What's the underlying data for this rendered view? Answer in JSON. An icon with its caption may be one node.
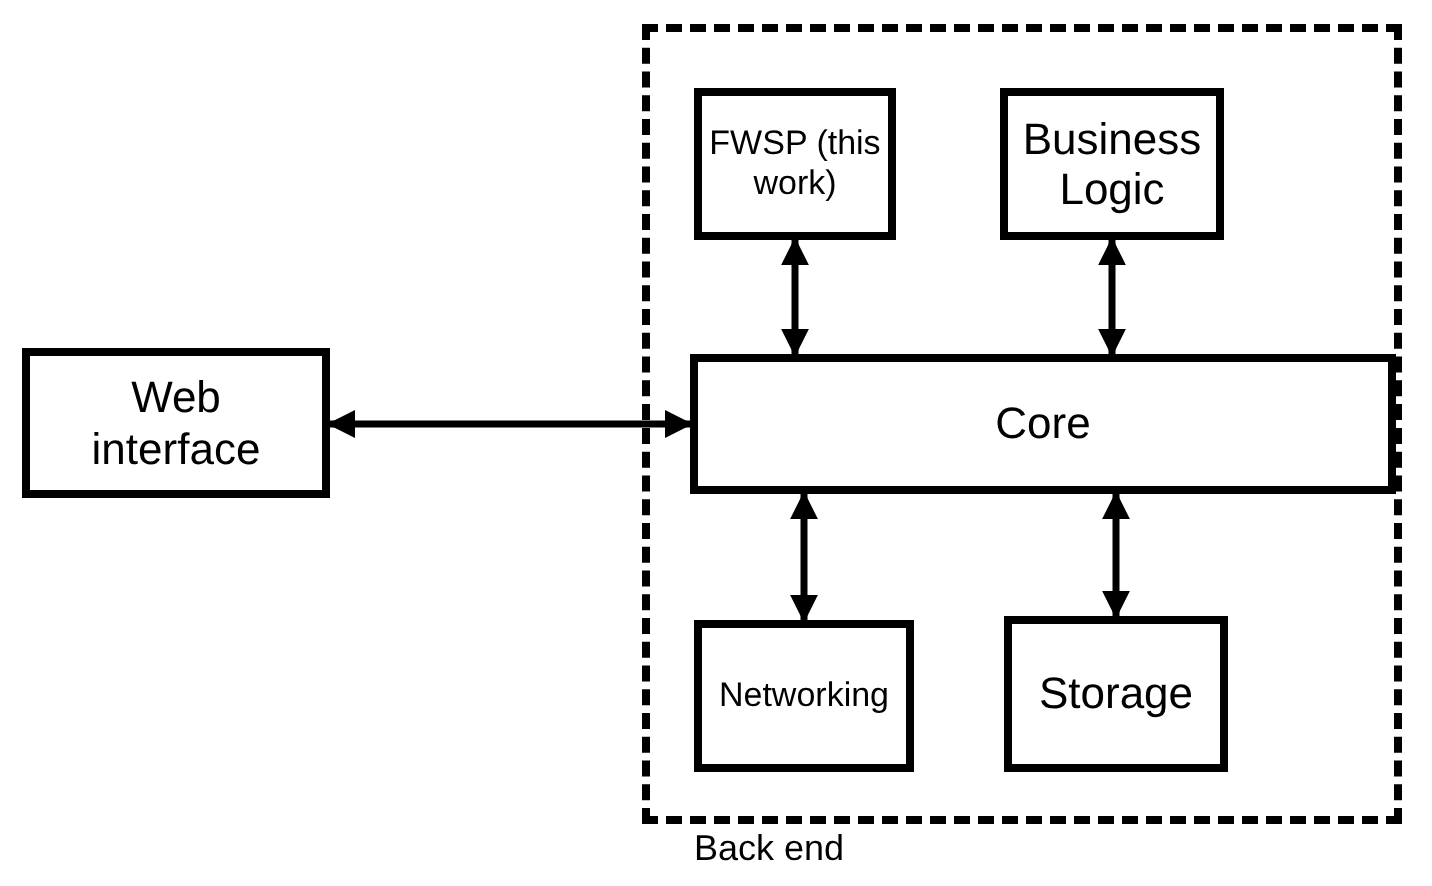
{
  "diagram": {
    "nodes": [
      {
        "text": [
          "Web interface"
        ]
      },
      {
        "text": [
          "Back end"
        ]
      },
      {
        "text": [
          "FWSP (this work)"
        ],
        "in": 1
      },
      {
        "text": [
          "Business Logic"
        ],
        "in": 1
      },
      {
        "text": [
          "Core"
        ],
        "in": 1
      },
      {
        "text": [
          "Networking"
        ],
        "in": 1
      },
      {
        "text": [
          "Storage"
        ],
        "in": 1
      }
    ],
    "edges": [
      {
        "from": 0,
        "to": 4,
        "arrow": "both"
      },
      {
        "from": 2,
        "to": 4,
        "arrow": "both"
      },
      {
        "from": 3,
        "to": 4,
        "arrow": "both"
      },
      {
        "from": 4,
        "to": 5,
        "arrow": "both"
      },
      {
        "from": 4,
        "to": 6,
        "arrow": "both"
      }
    ]
  }
}
